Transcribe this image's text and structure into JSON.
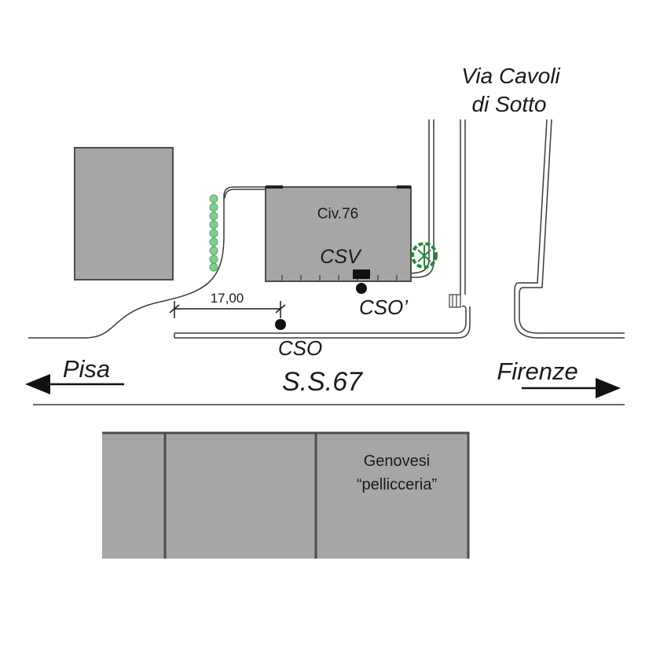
{
  "labels": {
    "street_line1": "Via Cavoli",
    "street_line2": "di Sotto",
    "building_civ": "Civ.76",
    "csv": "CSV",
    "cso_prime": "CSO’",
    "cso": "CSO",
    "road": "S.S.67",
    "pisa": "Pisa",
    "firenze": "Firenze",
    "distance": "17,00",
    "genovesi_line1": "Genovesi",
    "genovesi_line2": "“pellicceria”"
  },
  "colors": {
    "building_fill": "#a6a6a6",
    "building_stroke": "#4d4d4d",
    "line": "#3a3a3a",
    "hedge": "#7fcf8f",
    "tree": "#1f8a3a",
    "marker": "#111111"
  }
}
